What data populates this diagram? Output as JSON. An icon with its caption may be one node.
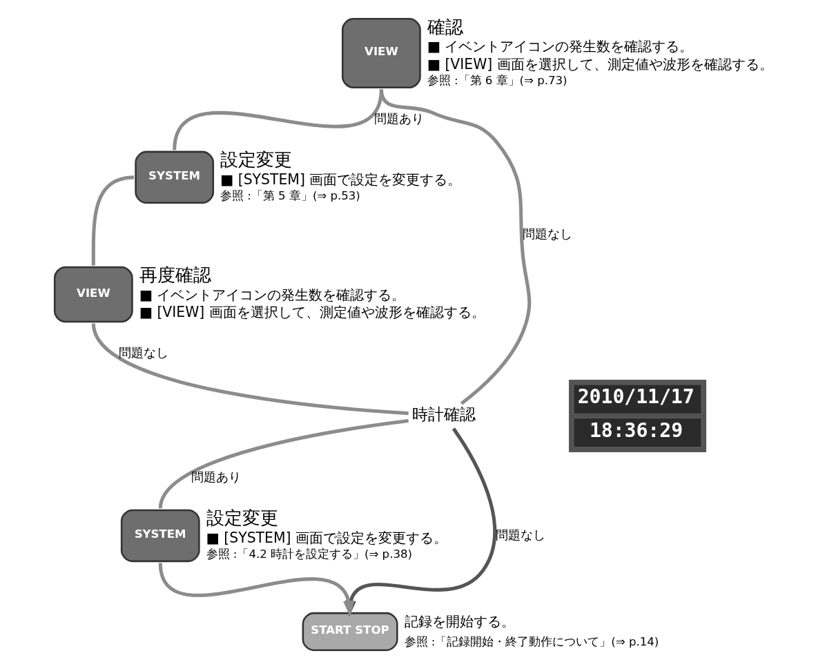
{
  "diagram": {
    "nodes": [
      {
        "text": [
          "VIEW"
        ],
        "beside": [
          "確認",
          "■ イベントアイコンの発生数を確認する。",
          "■ [VIEW] 画面を選択して、測定値や波形を確認する。",
          "参照 :「第 6 章」(⇒ p.73)"
        ]
      },
      {
        "text": [
          "SYSTEM"
        ],
        "beside": [
          "設定変更",
          "■ [SYSTEM] 画面で設定を変更する。",
          "参照 :「第 5 章」(⇒ p.53)"
        ]
      },
      {
        "text": [
          "VIEW"
        ],
        "beside": [
          "再度確認",
          "■ イベントアイコンの発生数を確認する。",
          "■ [VIEW] 画面を選択して、測定値や波形を確認する。"
        ]
      },
      {
        "text": [
          "時計確認"
        ]
      },
      {
        "text": [
          "SYSTEM"
        ],
        "beside": [
          "設定変更",
          "■ [SYSTEM] 画面で設定を変更する。",
          "参照 :「4.2 時計を設定する」(⇒ p.38)"
        ]
      },
      {
        "text": [
          "START STOP"
        ],
        "beside": [
          "記録を開始する。",
          "参照 :「記録開始・終了動作について」(⇒ p.14)"
        ]
      }
    ],
    "edges": [
      {
        "from": 0,
        "to": 1,
        "arrow": "none",
        "label": "問題あり"
      },
      {
        "from": 1,
        "to": 2,
        "arrow": "none"
      },
      {
        "from": 0,
        "to": 3,
        "arrow": "none",
        "label": "問題なし"
      },
      {
        "from": 2,
        "to": 3,
        "arrow": "none",
        "label": "問題なし"
      },
      {
        "from": 3,
        "to": 4,
        "arrow": "none",
        "label": "問題あり"
      },
      {
        "from": 4,
        "to": 5,
        "arrow": "to"
      },
      {
        "from": 3,
        "to": 5,
        "arrow": "to",
        "label": "問題なし",
        "color": "#555555"
      }
    ],
    "labels": [
      "2010/11/17",
      "18:36:29"
    ]
  }
}
